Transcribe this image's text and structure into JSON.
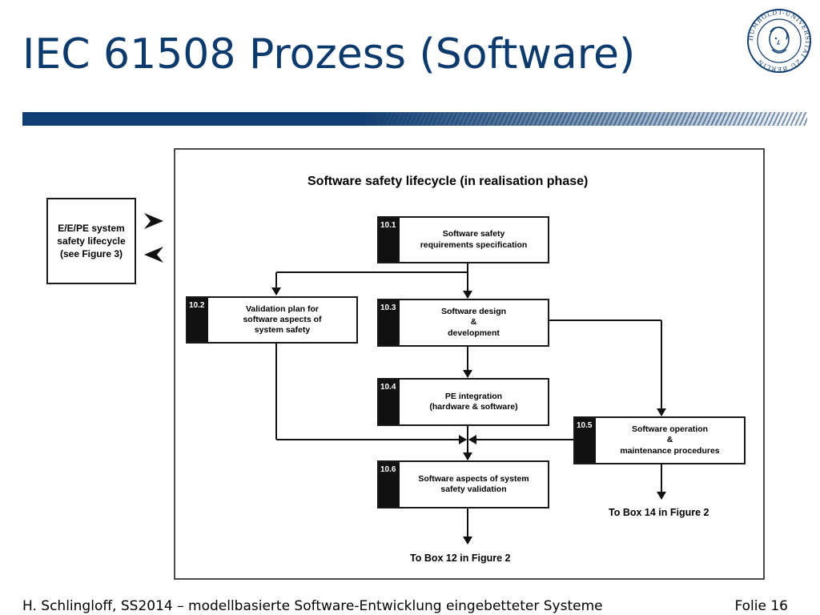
{
  "slide": {
    "title": "IEC 61508 Prozess (Software)",
    "footer_left": "H. Schlingloff, SS2014 – modellbasierte Software-Entwicklung eingebetteter Systeme",
    "footer_right": "Folie 16",
    "accent_color": "#103e72",
    "logo": {
      "icon": "humboldt-university-seal-icon",
      "text": "HUMBOLDT-UNIVERSITÄT ZU BERLIN"
    }
  },
  "diagram": {
    "title": "Software safety lifecycle (in realisation phase)",
    "side_box": "E/E/PE system\nsafety lifecycle\n(see Figure  3)",
    "boxes": [
      {
        "num": "10.1",
        "label": "Software safety\nrequirements specification"
      },
      {
        "num": "10.2",
        "label": "Validation plan for\nsoftware aspects of\nsystem safety"
      },
      {
        "num": "10.3",
        "label": "Software design\n&\ndevelopment"
      },
      {
        "num": "10.4",
        "label": "PE integration\n(hardware & software)"
      },
      {
        "num": "10.5",
        "label": "Software operation\n&\nmaintenance procedures"
      },
      {
        "num": "10.6",
        "label": "Software aspects of system\nsafety validation"
      }
    ],
    "to_box12": "To Box 12 in Figure 2",
    "to_box14": "To Box 14 in Figure 2"
  }
}
